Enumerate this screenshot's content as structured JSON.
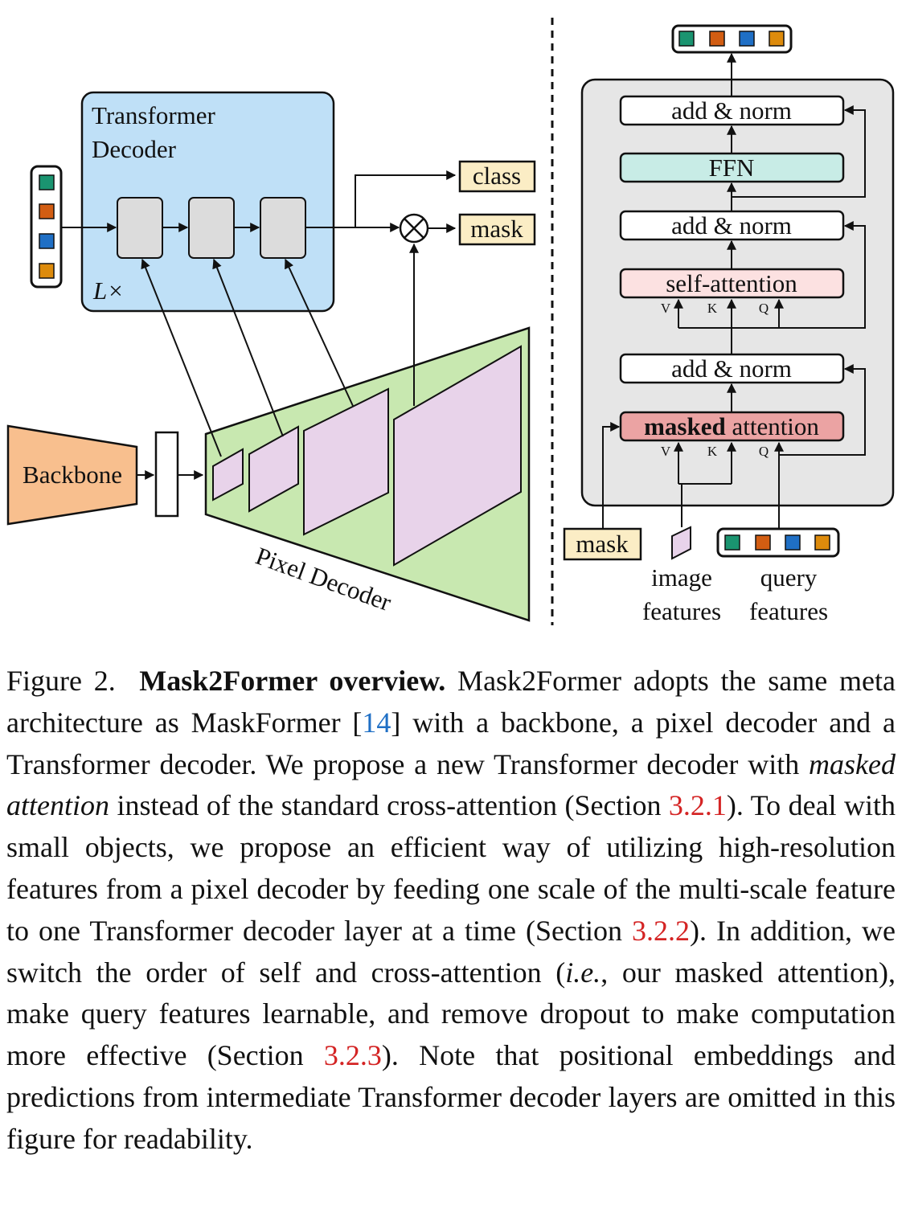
{
  "diagram": {
    "transformer_decoder": {
      "title_line1": "Transformer",
      "title_line2": "Decoder",
      "repeat": "L×"
    },
    "backbone_label": "Backbone",
    "pixel_decoder_label": "Pixel Decoder",
    "outputs": {
      "class": "class",
      "mask": "mask"
    },
    "layer": {
      "add_norm": "add & norm",
      "ffn": "FFN",
      "self_attention": "self-attention",
      "masked_attention_bold": "masked",
      "masked_attention_rest": " attention",
      "v": "V",
      "k": "K",
      "q": "Q"
    },
    "inputs": {
      "mask": "mask",
      "image_features_line1": "image",
      "image_features_line2": "features",
      "query_features_line1": "query",
      "query_features_line2": "features"
    },
    "query_colors": [
      "#1a9470",
      "#d25d12",
      "#1f6fc5",
      "#dd8b0c"
    ],
    "colors": {
      "decoder_box": "#bfe0f7",
      "pixel_decoder": "#c8e8b0",
      "feature_map": "#e8d3ea",
      "backbone": "#f8bf8e",
      "output_box": "#fbedc5",
      "ffn": "#c8ece6",
      "self_attention": "#fce1e1",
      "masked_attention": "#eba3a3",
      "layer_bg": "#e6e6e6",
      "block": "#dcdcdc"
    }
  },
  "caption": {
    "fig_label": "Figure 2.",
    "bold_title": "Mask2Former overview.",
    "seg1": " Mask2Former adopts the same meta architecture as MaskFormer [",
    "cite1": "14",
    "seg2": "] with a backbone, a pixel decoder and a Transformer decoder.  We propose a new Transformer decoder with ",
    "italic1": "masked attention",
    "seg3": " instead of the standard cross-attention (Section ",
    "ref1": "3.2.1",
    "seg4": "). To deal with small objects, we pro­pose an efficient way of utilizing high-resolution features from a pixel decoder by feeding one scale of the multi-scale feature to one Transformer decoder layer at a time (Section ",
    "ref2": "3.2.2",
    "seg5": "). In addition, we switch the order of self and cross-attention (",
    "italic2": "i.e.",
    "seg6": ", our masked attention), make query features learnable, and remove dropout to make computation more effective (Section ",
    "ref3": "3.2.3",
    "seg7": "). Note that posi­tional embeddings and predictions from intermediate Transformer decoder layers are omitted in this figure for readability."
  }
}
